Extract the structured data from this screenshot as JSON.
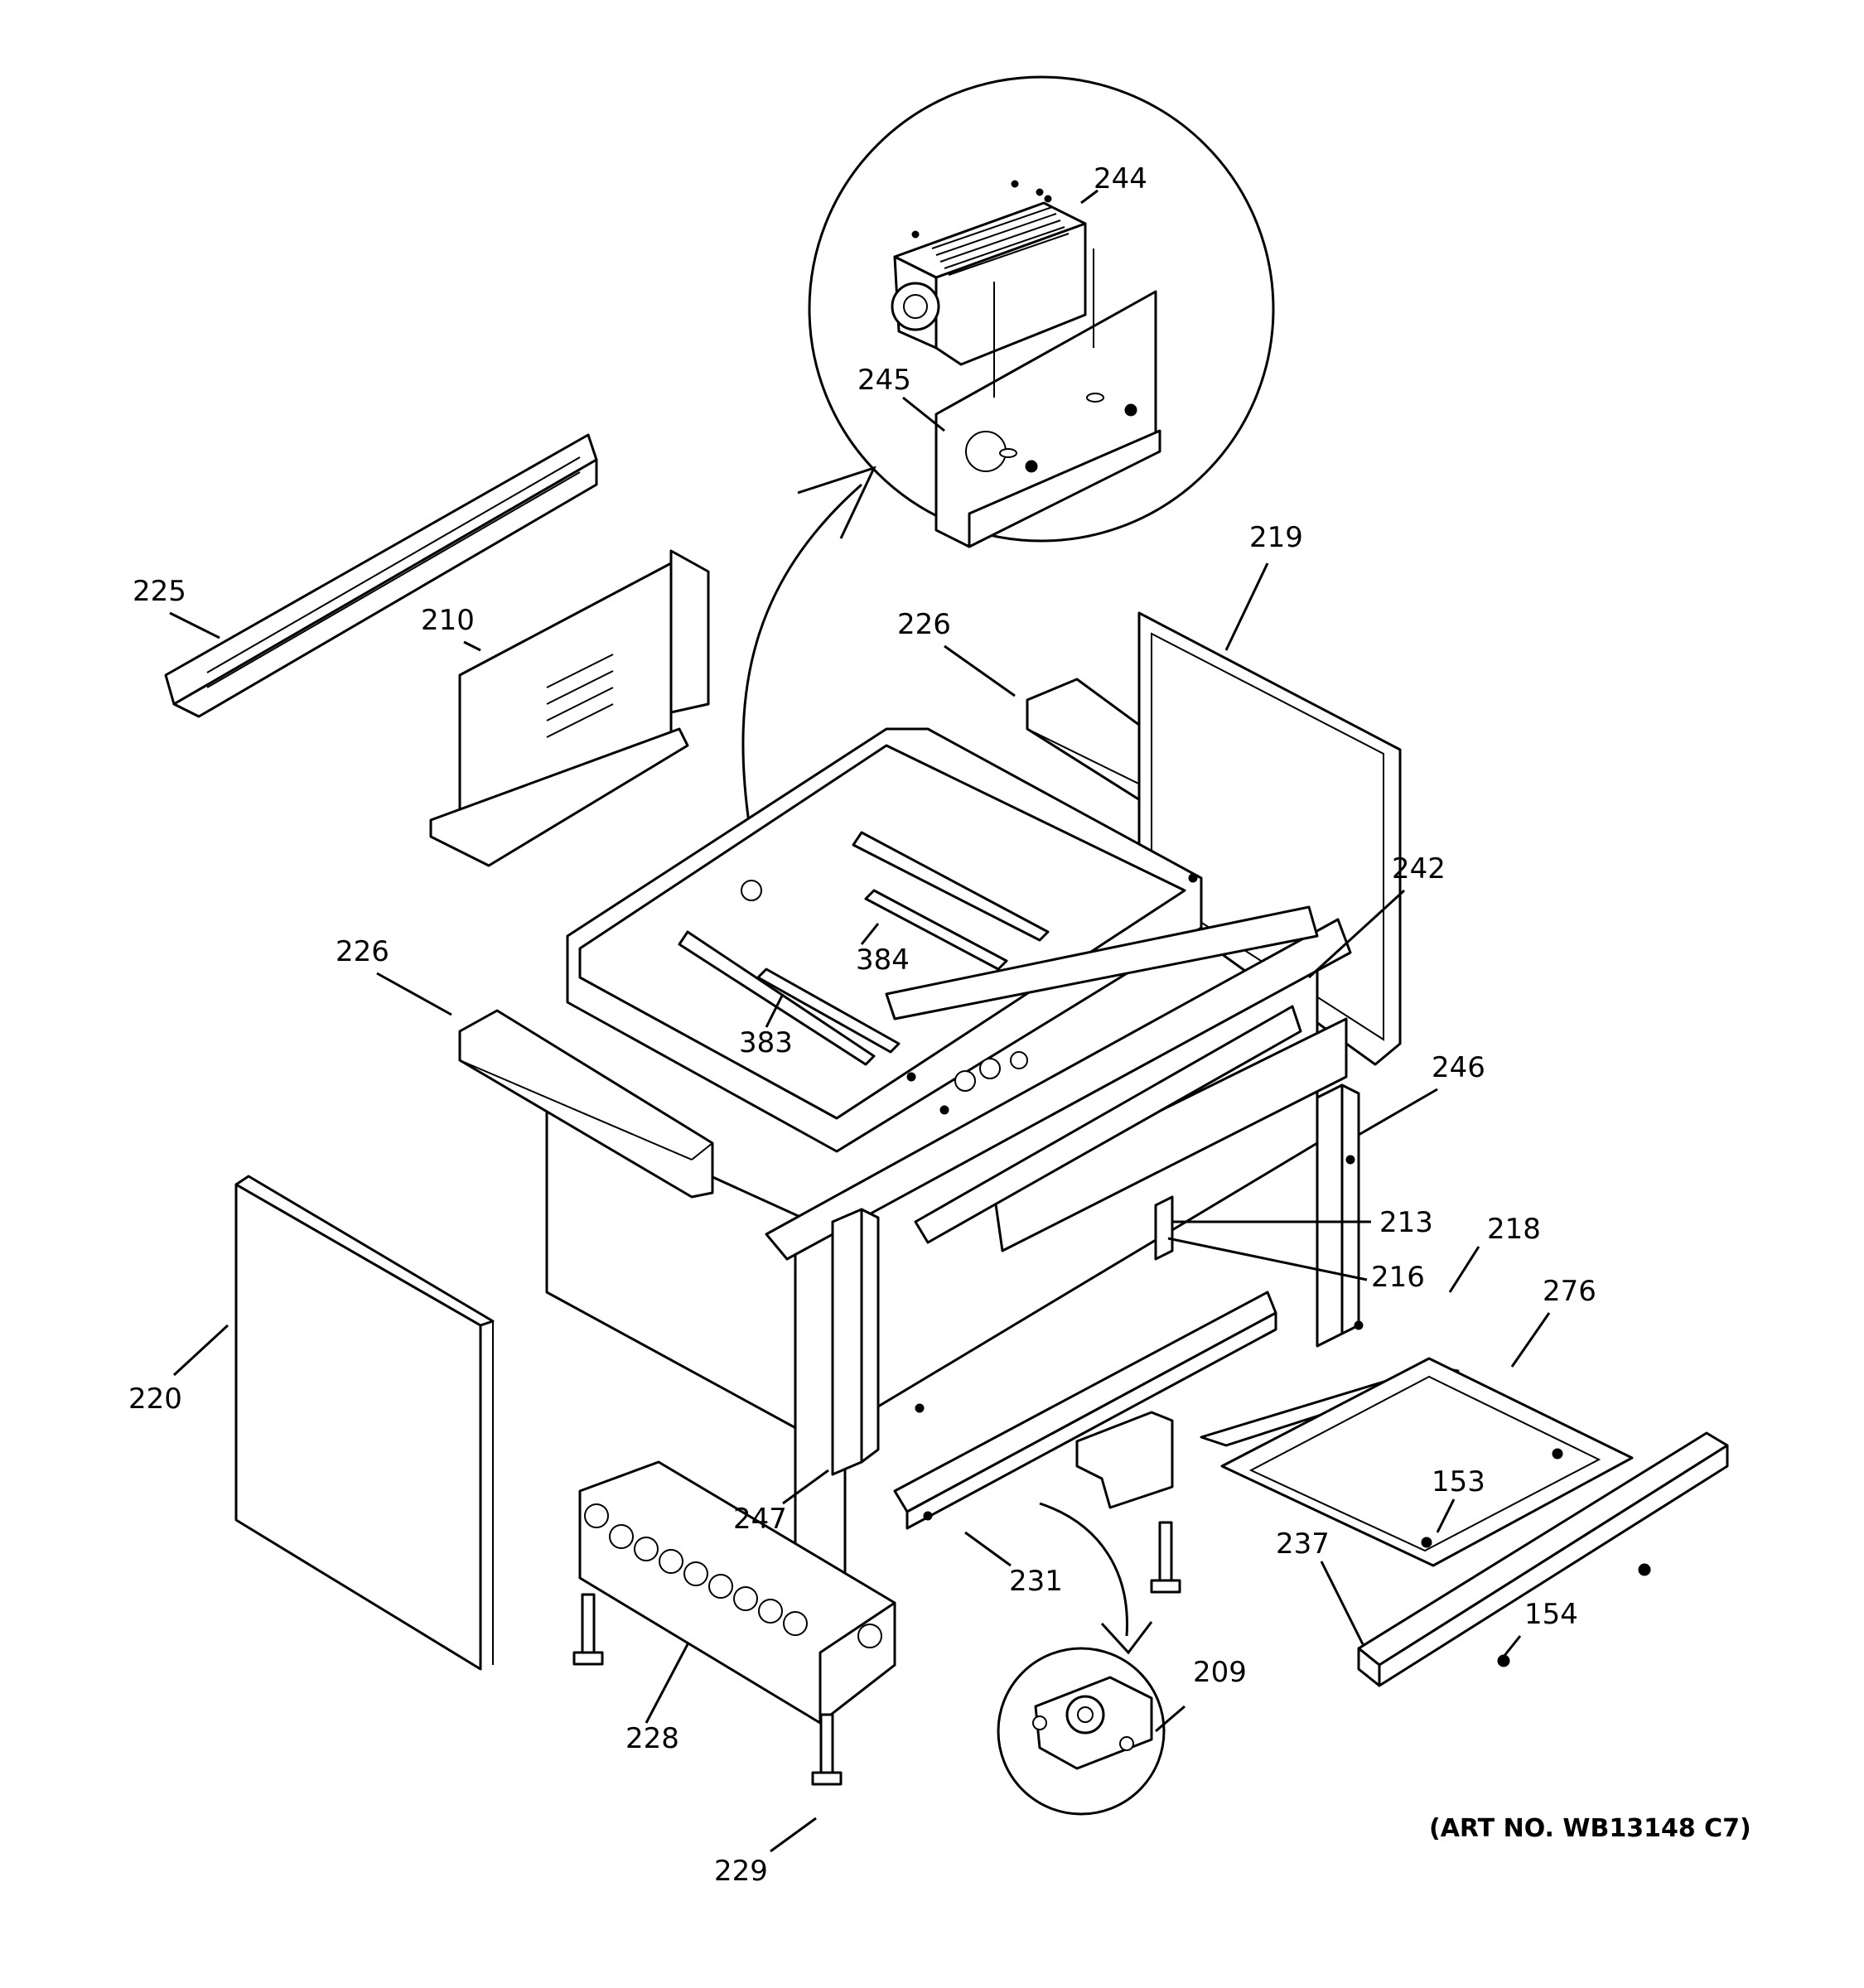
{
  "art_number": "(ART NO. WB13148 C7)",
  "callouts": [
    {
      "id": "c244",
      "label": "244"
    },
    {
      "id": "c245",
      "label": "245"
    },
    {
      "id": "c225",
      "label": "225"
    },
    {
      "id": "c210",
      "label": "210"
    },
    {
      "id": "c219",
      "label": "219"
    },
    {
      "id": "c226a",
      "label": "226"
    },
    {
      "id": "c242",
      "label": "242"
    },
    {
      "id": "c226b",
      "label": "226"
    },
    {
      "id": "c384",
      "label": "384"
    },
    {
      "id": "c383",
      "label": "383"
    },
    {
      "id": "c246",
      "label": "246"
    },
    {
      "id": "c213",
      "label": "213"
    },
    {
      "id": "c218",
      "label": "218"
    },
    {
      "id": "c216",
      "label": "216"
    },
    {
      "id": "c276",
      "label": "276"
    },
    {
      "id": "c220",
      "label": "220"
    },
    {
      "id": "c153",
      "label": "153"
    },
    {
      "id": "c247",
      "label": "247"
    },
    {
      "id": "c231",
      "label": "231"
    },
    {
      "id": "c237",
      "label": "237"
    },
    {
      "id": "c154",
      "label": "154"
    },
    {
      "id": "c228",
      "label": "228"
    },
    {
      "id": "c209",
      "label": "209"
    },
    {
      "id": "c229",
      "label": "229"
    }
  ]
}
